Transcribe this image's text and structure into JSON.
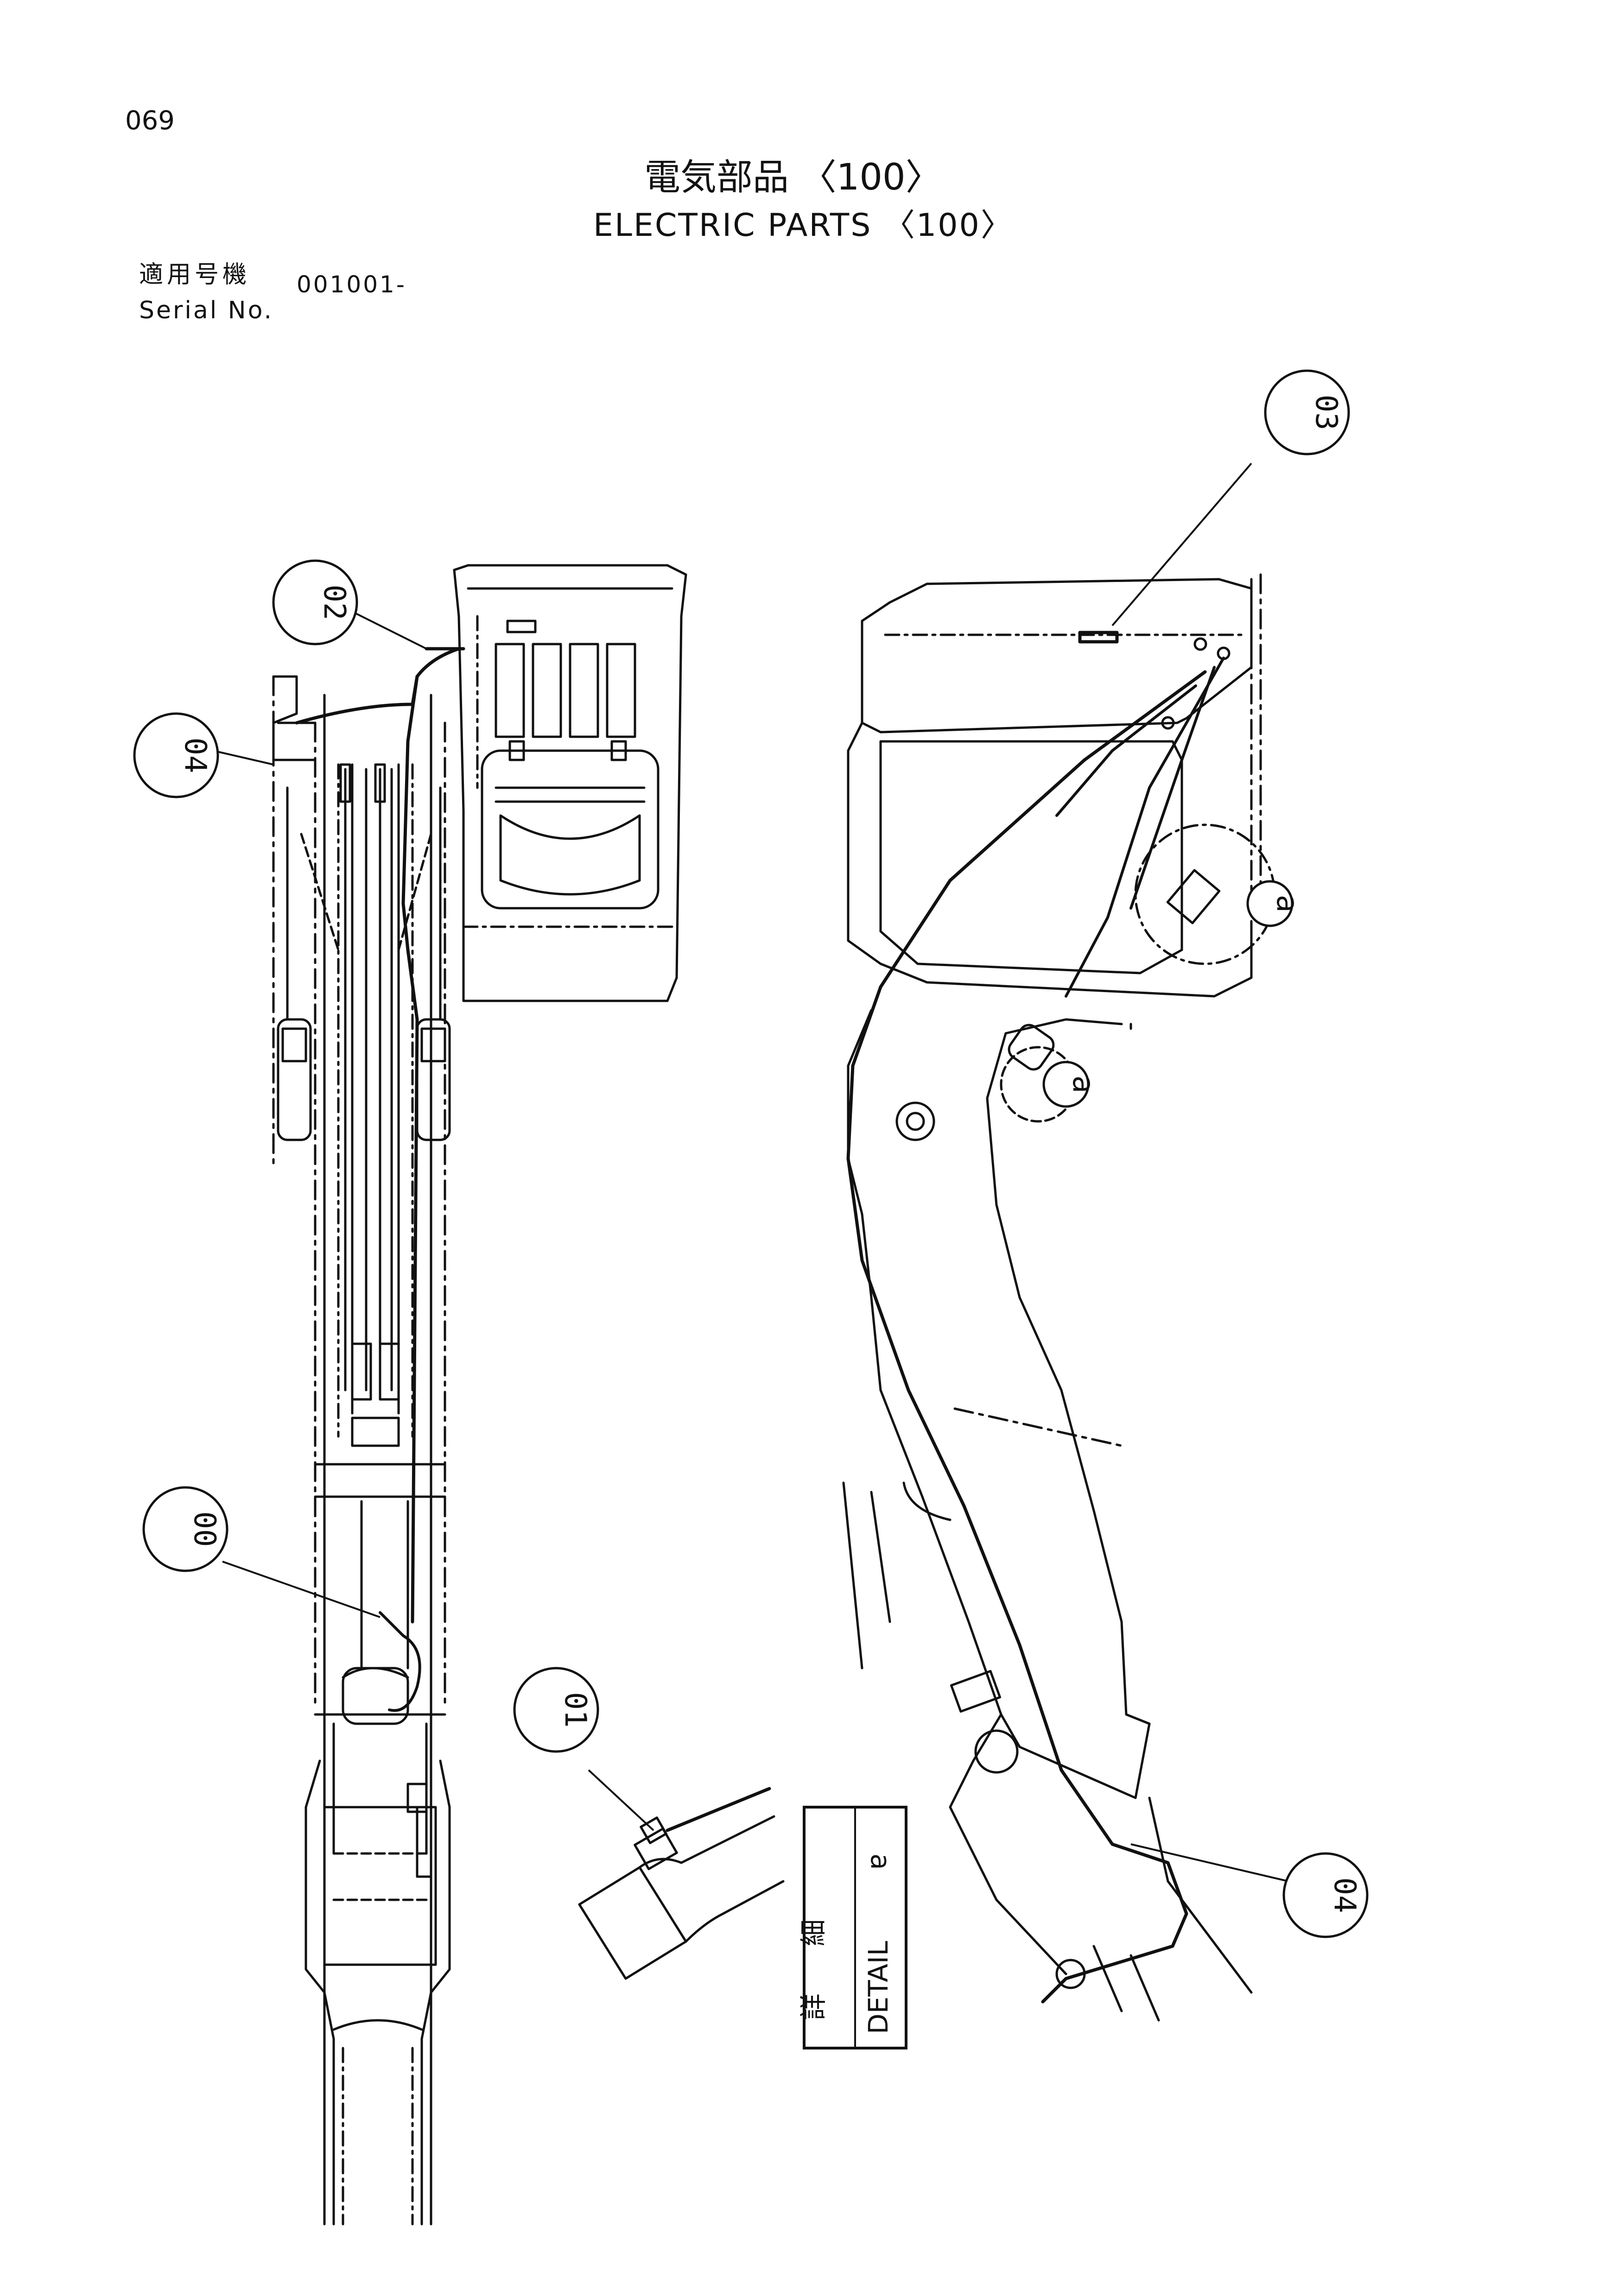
{
  "page_number": "069",
  "title_jp": "電気部品 〈100〉",
  "title_en": "ELECTRIC PARTS 〈100〉",
  "serial": {
    "label_jp": "適用号機",
    "label_en": "Serial No.",
    "value": "001001-"
  },
  "callouts": {
    "c00": "00",
    "c01": "01",
    "c02": "02",
    "c03": "03",
    "c04_left": "04",
    "c04_right": "04",
    "detail_mark_a": "a",
    "detail_mark_b": "a"
  },
  "detail_box": {
    "jp_1": "詳",
    "jp_2": "細",
    "en": "DETAIL",
    "mark": "a"
  }
}
